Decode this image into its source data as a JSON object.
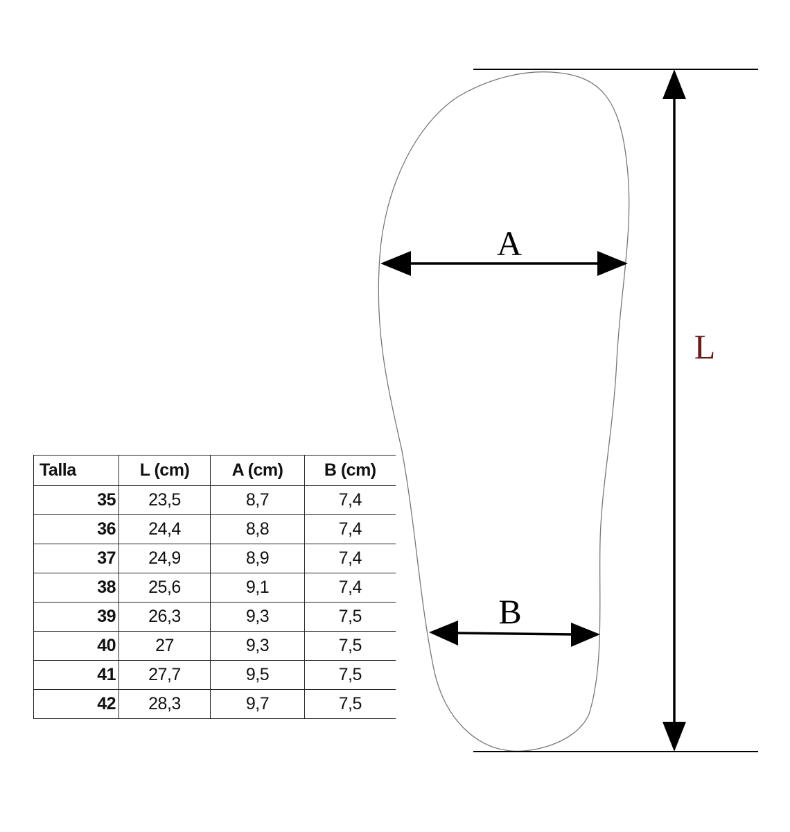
{
  "diagram": {
    "label_length": "L",
    "label_width_a": "A",
    "label_width_b": "B",
    "colors": {
      "line": "#000000",
      "outline": "#777777",
      "label_l": "#6b1a1a"
    }
  },
  "table": {
    "headers": [
      "Talla",
      "L (cm)",
      "A (cm)",
      "B (cm)"
    ],
    "rows": [
      [
        "35",
        "23,5",
        "8,7",
        "7,4"
      ],
      [
        "36",
        "24,4",
        "8,8",
        "7,4"
      ],
      [
        "37",
        "24,9",
        "8,9",
        "7,4"
      ],
      [
        "38",
        "25,6",
        "9,1",
        "7,4"
      ],
      [
        "39",
        "26,3",
        "9,3",
        "7,5"
      ],
      [
        "40",
        "27",
        "9,3",
        "7,5"
      ],
      [
        "41",
        "27,7",
        "9,5",
        "7,5"
      ],
      [
        "42",
        "28,3",
        "9,7",
        "7,5"
      ]
    ]
  }
}
